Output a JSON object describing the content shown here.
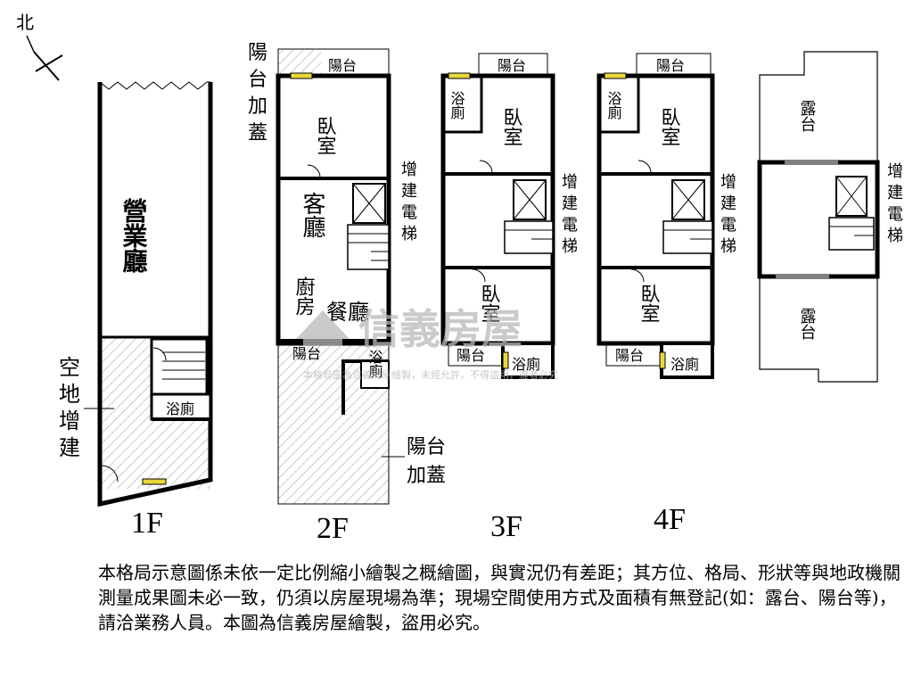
{
  "compass": {
    "label": "北"
  },
  "floors": {
    "f1": {
      "title": "1F",
      "rooms": {
        "main": "營業廳",
        "bath": "浴廁"
      },
      "annotation": [
        "空",
        "地",
        "增",
        "建"
      ]
    },
    "f2": {
      "title": "2F",
      "rooms": {
        "balcony": "陽台",
        "bedroom": "臥室",
        "living": "客廳",
        "kitchen": "廚房",
        "dining": "餐廳",
        "rear_balcony": "陽台",
        "bath": "浴廁"
      },
      "annotations": {
        "top_left": [
          "陽",
          "台",
          "加",
          "蓋"
        ],
        "elevator": [
          "增",
          "建",
          "電",
          "梯"
        ],
        "bottom": [
          "陽台",
          "加蓋"
        ]
      }
    },
    "f3": {
      "title": "3F",
      "rooms": {
        "balcony": "陽台",
        "bath": "浴廁",
        "bedroom_front": "臥室",
        "bedroom_rear": "臥室",
        "rear_balcony": "陽台",
        "bath_rear": "浴廁"
      },
      "annotations": {
        "elevator": [
          "增",
          "建",
          "電",
          "梯"
        ]
      }
    },
    "f4": {
      "title": "4F",
      "rooms": {
        "balcony": "陽台",
        "bath": "浴廁",
        "bedroom_front": "臥室",
        "bedroom_rear": "臥室",
        "rear_balcony": "陽台",
        "bath_rear": "浴廁"
      },
      "annotations": {
        "elevator": [
          "增",
          "建",
          "電",
          "梯"
        ]
      }
    },
    "roof": {
      "rooms": {
        "terrace_top": "露台",
        "terrace_bottom": "露台"
      },
      "annotations": {
        "elevator": [
          "增",
          "建",
          "電",
          "梯"
        ]
      }
    }
  },
  "watermark": {
    "brand": "信義房屋",
    "caption": "本格局圖為信義房屋繪製，未經允許，不得盜用，違者必究"
  },
  "notice": "本格局示意圖係未依一定比例縮小繪製之概繪圖，與實況仍有差距；其方位、格局、形狀等與地政機關測量成果圖未必一致，仍須以房屋現場為準；現場空間使用方式及面積有無登記(如：露台、陽台等)，請洽業務人員。本圖為信義房屋繪製，盜用必究。"
}
